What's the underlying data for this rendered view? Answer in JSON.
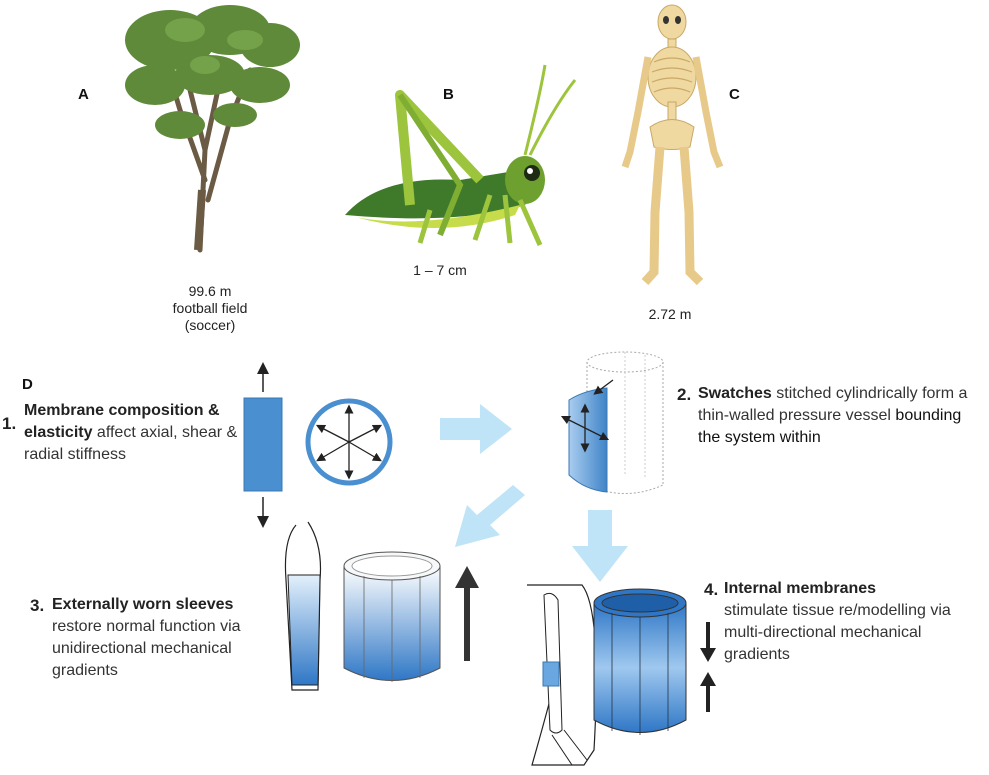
{
  "panels": {
    "a": {
      "letter": "A",
      "caption_lines": [
        "99.6 m",
        "football field",
        "(soccer)"
      ]
    },
    "b": {
      "letter": "B",
      "caption": "1 – 7 cm"
    },
    "c": {
      "letter": "C",
      "caption": "2.72 m"
    },
    "d": {
      "letter": "D"
    }
  },
  "items": [
    {
      "number": "1.",
      "bold": "Membrane composition & elasticity",
      "rest": " affect axial, shear & radial stiffness"
    },
    {
      "number": "2.",
      "bold": "Swatches",
      "rest": " stitched cylindrically form a thin-walled pressure vessel",
      "tail": " bounding the system within"
    },
    {
      "number": "3.",
      "bold": "Externally worn sleeves",
      "rest": "restore normal function via unidirectional mechanical gradients"
    },
    {
      "number": "4.",
      "bold": "Internal membranes",
      "rest": "stimulate tissue re/modelling via multi-directional mechanical gradients"
    }
  ],
  "colors": {
    "membrane_blue": "#4a90d0",
    "flow_arrow": "#bfe3f7",
    "leaf_green": "#5e8a3a",
    "bone": "#f0d9a0",
    "grasshopper_light": "#9cc43c",
    "grasshopper_dark": "#3f7a2a"
  }
}
